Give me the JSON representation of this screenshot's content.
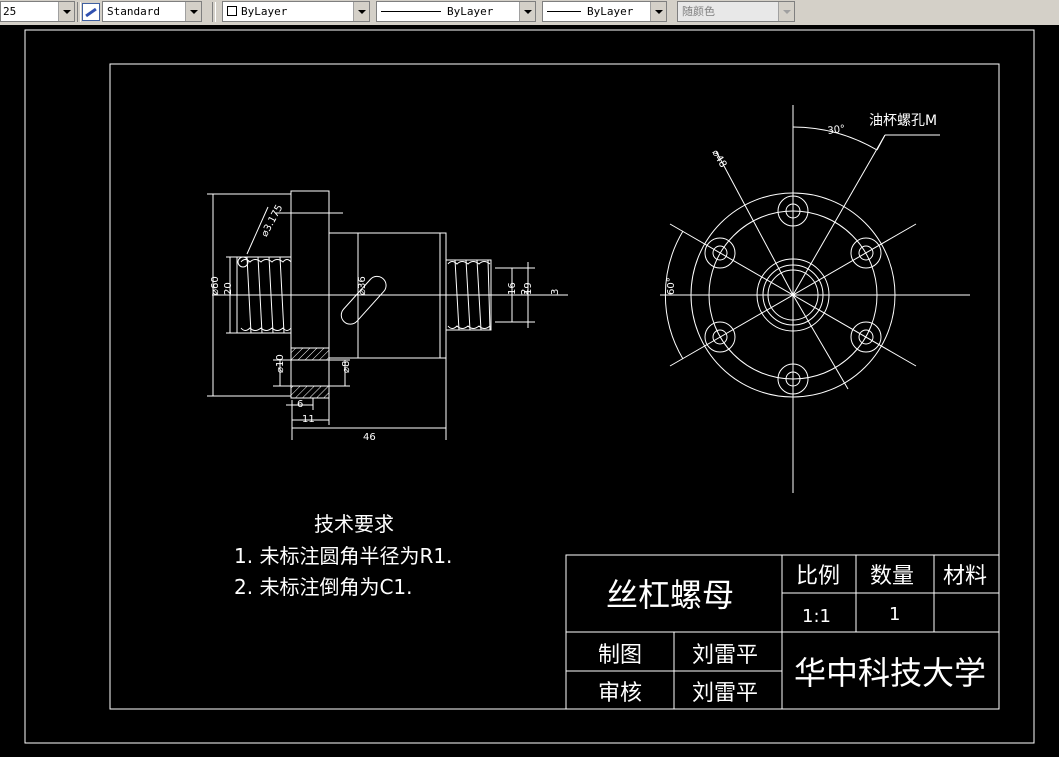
{
  "toolbar": {
    "scale_value": "25",
    "textstyle_value": "Standard",
    "layer_value": "ByLayer",
    "linetype_value": "ByLayer",
    "lineweight_value": "ByLayer",
    "color_value": "随颜色"
  },
  "drawing": {
    "oil_hole_label": "油杯螺孔M",
    "dims": {
      "angle_30": "30°",
      "angle_60": "60°",
      "dia_3175": "⌀3.175",
      "dia_60": "⌀60",
      "d20": "20",
      "dia_36": "⌀36",
      "dia_10": "⌀10",
      "dia_8": "⌀8",
      "d6": "6",
      "d11": "11",
      "d46": "46",
      "d16": "16",
      "d2": "2",
      "d19": "19",
      "d3": "3",
      "pcd": "⌀48"
    },
    "notes_title": "技术要求",
    "notes": [
      "1. 未标注圆角半径为R1.",
      "2. 未标注倒角为C1."
    ]
  },
  "title_block": {
    "part_name": "丝杠螺母",
    "scale_label": "比例",
    "qty_label": "数量",
    "material_label": "材料",
    "scale_value": "1:1",
    "qty_value": "1",
    "drawn_label": "制图",
    "drawn_by": "刘雷平",
    "checked_label": "审核",
    "checked_by": "刘雷平",
    "school": "华中科技大学"
  },
  "colors": {
    "background": "#000000",
    "lines": "#ffffff",
    "toolbar": "#d4d0c8"
  }
}
